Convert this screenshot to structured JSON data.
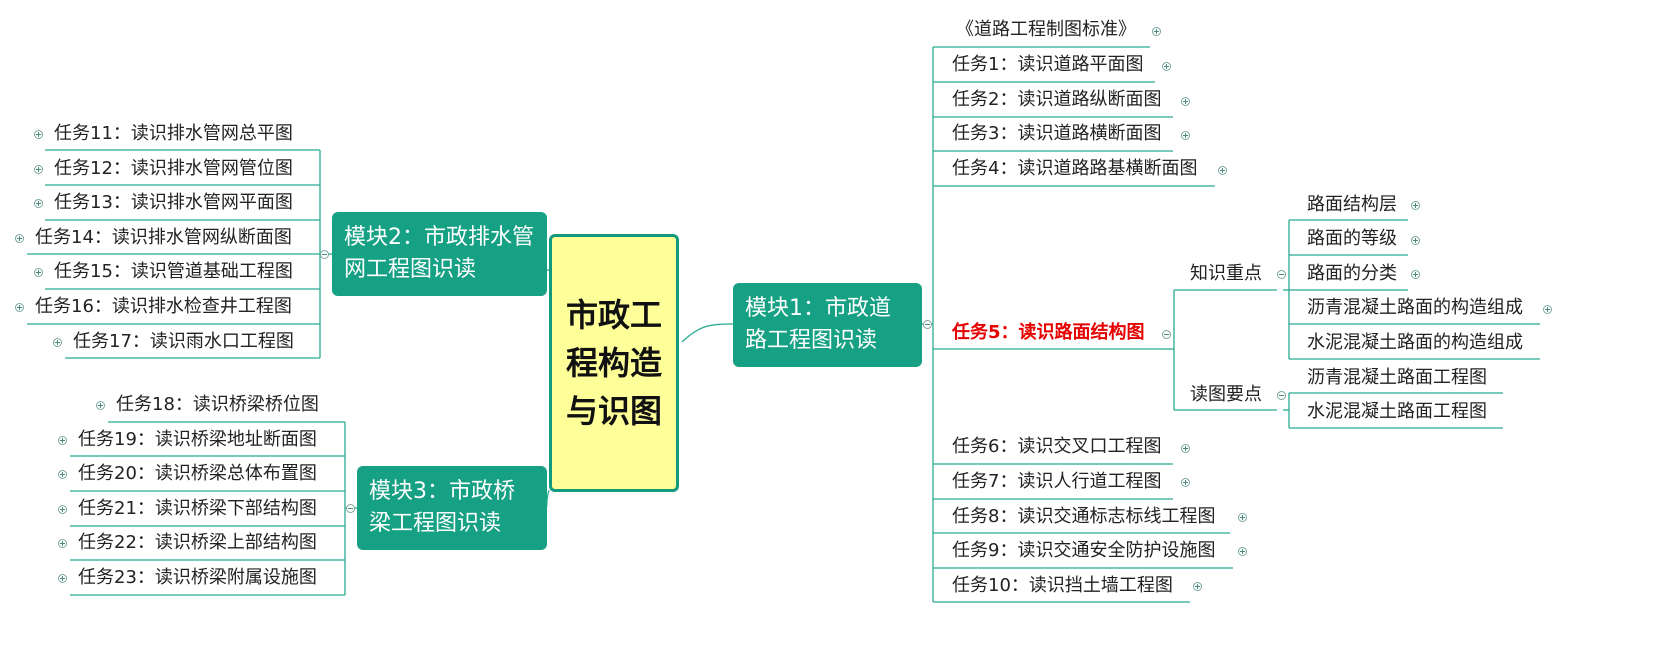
{
  "central": "市政工程构造与识图",
  "module1": {
    "title": "模块1：市政道路工程图识读",
    "standard": "《道路工程制图标准》",
    "tasks_top": [
      "任务1：读识道路平面图",
      "任务2：读识道路纵断面图",
      "任务3：读识道路横断面图",
      "任务4：读识道路路基横断面图"
    ],
    "task5": {
      "label": "任务5：读识路面结构图",
      "knowledge": {
        "label": "知识重点",
        "items": [
          "路面结构层",
          "路面的等级",
          "路面的分类",
          "沥青混凝土路面的构造组成",
          "水泥混凝土路面的构造组成"
        ]
      },
      "reading": {
        "label": "读图要点",
        "items": [
          "沥青混凝土路面工程图",
          "水泥混凝土路面工程图"
        ]
      }
    },
    "tasks_bottom": [
      "任务6：读识交叉口工程图",
      "任务7：读识人行道工程图",
      "任务8：读识交通标志标线工程图",
      "任务9：读识交通安全防护设施图",
      "任务10：读识挡土墙工程图"
    ]
  },
  "module2": {
    "title": "模块2：市政排水管网工程图识读",
    "tasks": [
      "任务11：读识排水管网总平图",
      "任务12：读识排水管网管位图",
      "任务13：读识排水管网平面图",
      "任务14：读识排水管网纵断面图",
      "任务15：读识管道基础工程图",
      "任务16：读识排水检查井工程图",
      "任务17：读识雨水口工程图"
    ]
  },
  "module3": {
    "title": "模块3：市政桥梁工程图识读",
    "tasks": [
      "任务18：读识桥梁桥位图",
      "任务19：读识桥梁地址断面图",
      "任务20：读识桥梁总体布置图",
      "任务21：读识桥梁下部结构图",
      "任务22：读识桥梁上部结构图",
      "任务23：读识桥梁附属设施图"
    ]
  },
  "colors": {
    "branch": "#16a084",
    "central_fill": "#ffff99",
    "highlight": "#e60000"
  }
}
